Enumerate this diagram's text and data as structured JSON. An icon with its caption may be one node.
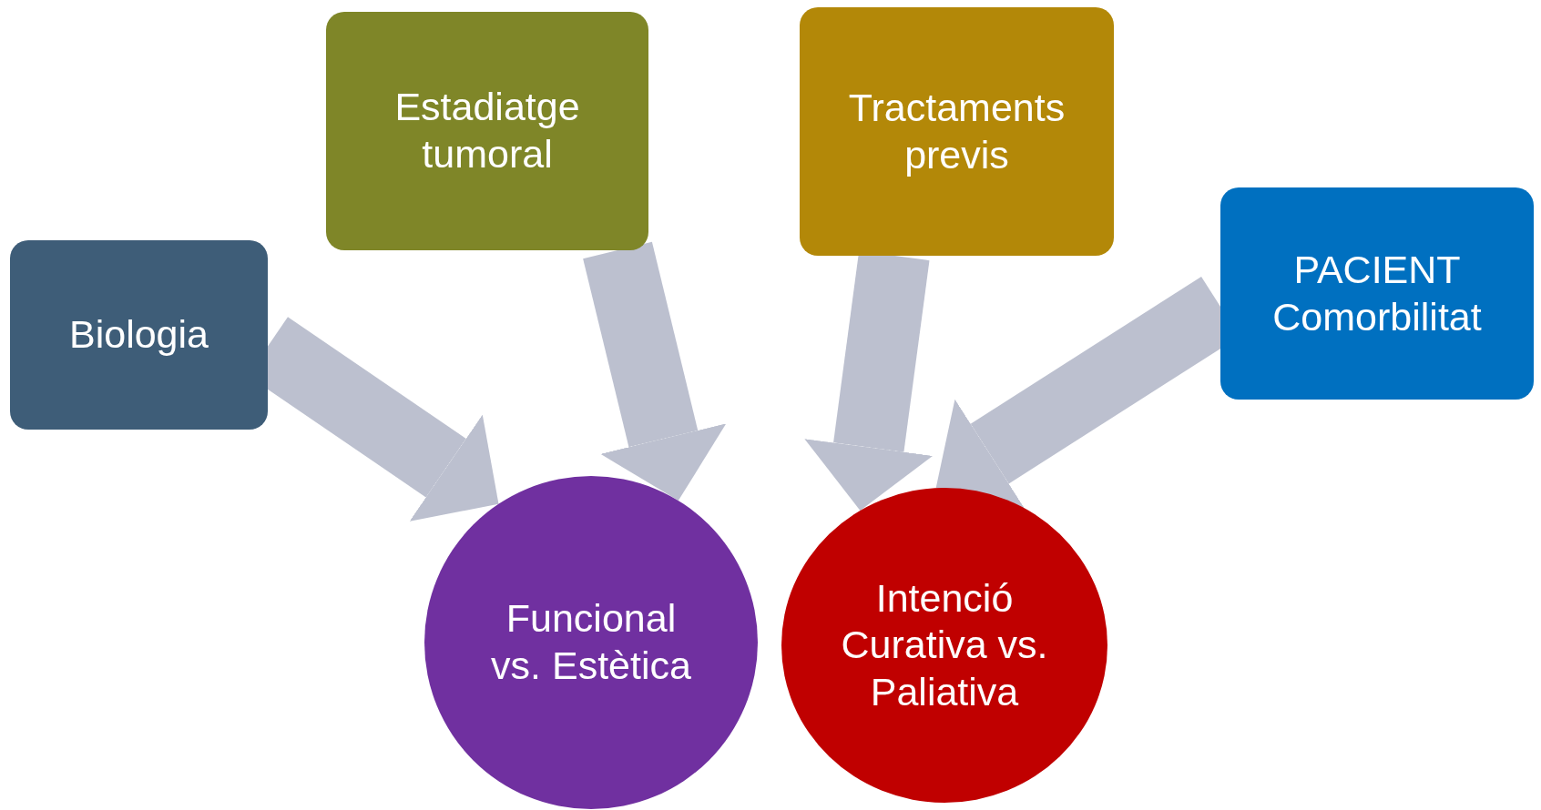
{
  "diagram": {
    "nodes": [
      {
        "text": [
          "Biologia"
        ]
      },
      {
        "text": [
          "Estadiatge tumoral"
        ]
      },
      {
        "text": [
          "Tractaments previs"
        ]
      },
      {
        "text": [
          "PACIENT",
          "Comorbilitat"
        ]
      },
      {
        "text": [
          "Funcional vs. Estètica"
        ]
      },
      {
        "text": [
          "Intenció Curativa vs. Paliativa"
        ]
      }
    ],
    "edges": [
      {
        "from": 0,
        "to": 4,
        "arrow": "to"
      },
      {
        "from": 1,
        "to": 4,
        "arrow": "to"
      },
      {
        "from": 2,
        "to": 5,
        "arrow": "to"
      },
      {
        "from": 3,
        "to": 5,
        "arrow": "to"
      }
    ]
  }
}
